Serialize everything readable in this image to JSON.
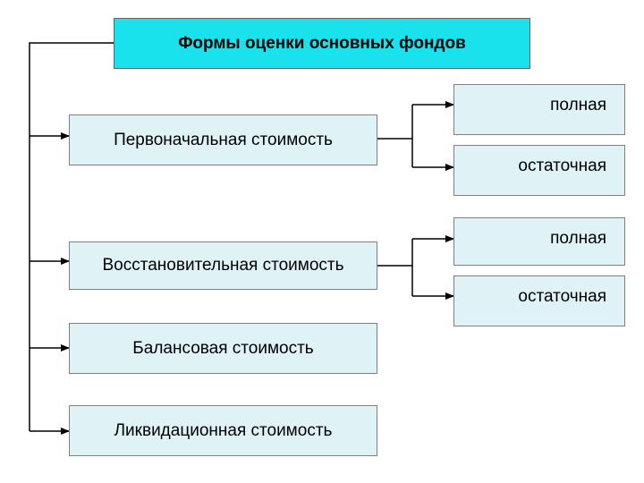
{
  "diagram": {
    "title": "Формы оценки основных фондов",
    "forms": [
      {
        "label": "Первоначальная стоимость",
        "subtypes": [
          "полная",
          "остаточная"
        ]
      },
      {
        "label": "Восстановительная стоимость",
        "subtypes": [
          "полная",
          "остаточная"
        ]
      },
      {
        "label": "Балансовая стоимость"
      },
      {
        "label": "Ликвидационная стоимость"
      }
    ]
  },
  "colors": {
    "title_fill": "#19e2ec",
    "box_fill": "#dff3f7",
    "line": "#000000"
  }
}
